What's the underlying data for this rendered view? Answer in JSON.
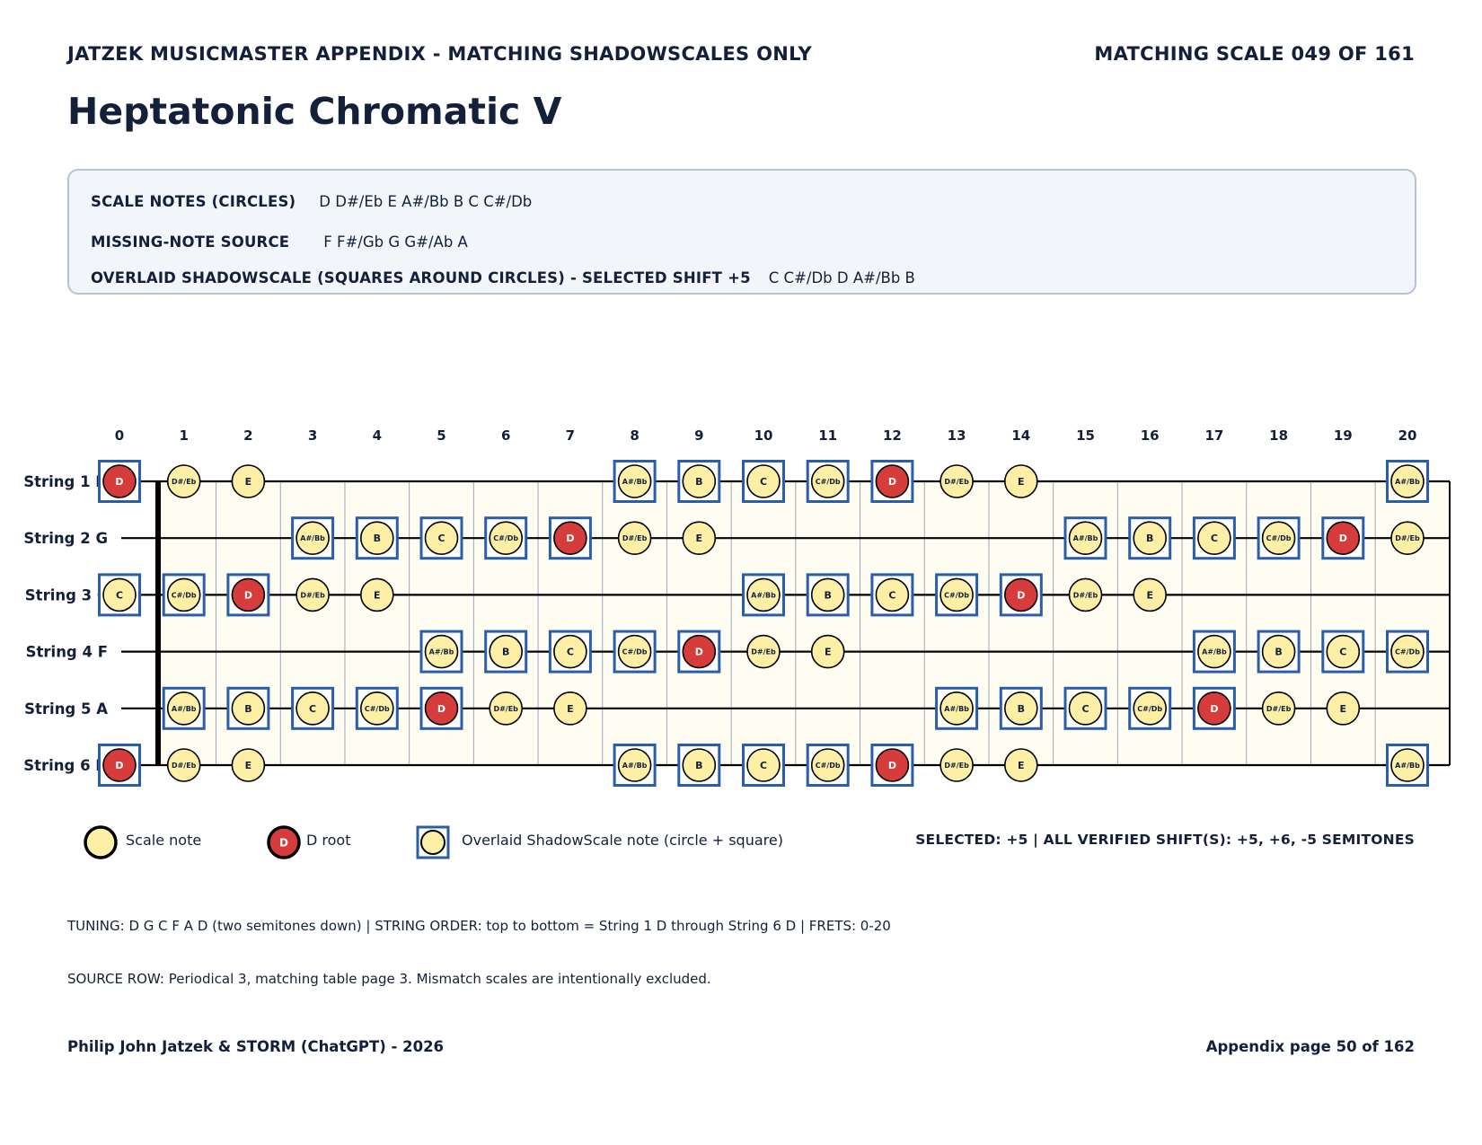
{
  "header": {
    "left": "JATZEK MUSICMASTER APPENDIX - MATCHING SHADOWSCALES ONLY",
    "right": "MATCHING SCALE 049 OF 161"
  },
  "title": "Heptatonic Chromatic V",
  "info": {
    "scale_notes_label": "SCALE NOTES (CIRCLES)",
    "scale_notes": "D  D#/Eb  E  A#/Bb  B  C  C#/Db",
    "missing_label": "MISSING-NOTE SOURCE",
    "missing_notes": "F  F#/Gb  G  G#/Ab  A",
    "overlay_label": "OVERLAID SHADOWSCALE (SQUARES AROUND CIRCLES) - SELECTED SHIFT +5",
    "overlay_notes": "C  C#/Db  D  A#/Bb  B"
  },
  "fretboard": {
    "fret_numbers": [
      "0",
      "1",
      "2",
      "3",
      "4",
      "5",
      "6",
      "7",
      "8",
      "9",
      "10",
      "11",
      "12",
      "13",
      "14",
      "15",
      "16",
      "17",
      "18",
      "19",
      "20"
    ],
    "strings": [
      {
        "label": "String 1 D",
        "open": "D"
      },
      {
        "label": "String 2 G",
        "open": "G"
      },
      {
        "label": "String 3 C",
        "open": "C"
      },
      {
        "label": "String 4 F",
        "open": "F"
      },
      {
        "label": "String 5 A",
        "open": "A"
      },
      {
        "label": "String 6 D",
        "open": "D"
      }
    ],
    "chromatic": [
      "C",
      "C#/Db",
      "D",
      "D#/Eb",
      "E",
      "F",
      "F#/Gb",
      "G",
      "G#/Ab",
      "A",
      "A#/Bb",
      "B"
    ],
    "scale_notes": [
      "D",
      "D#/Eb",
      "E",
      "A#/Bb",
      "B",
      "C",
      "C#/Db"
    ],
    "overlay_notes": [
      "C",
      "C#/Db",
      "D",
      "A#/Bb",
      "B"
    ],
    "root": "D",
    "colors": {
      "note_fill": "#fdf0a6",
      "root_fill": "#d63c3c",
      "square": "#2a5ea8",
      "board_bg": "#fffdf2",
      "fret_line": "#9aa6b8"
    }
  },
  "legend": {
    "scale_note": "Scale note",
    "root_symbol": "D",
    "root": "D root",
    "overlay": "Overlaid ShadowScale note (circle + square)",
    "status": "SELECTED: +5   |   ALL VERIFIED SHIFT(S): +5, +6, -5 SEMITONES"
  },
  "footer": {
    "tuning": "TUNING: D G C F A D (two semitones down)   |   STRING ORDER: top to bottom = String 1 D through String 6 D   |   FRETS: 0-20",
    "source": "SOURCE ROW: Periodical 3, matching table page 3. Mismatch scales are intentionally excluded.",
    "author": "Philip John Jatzek & STORM (ChatGPT) - 2026",
    "page": "Appendix page 50 of 162"
  }
}
